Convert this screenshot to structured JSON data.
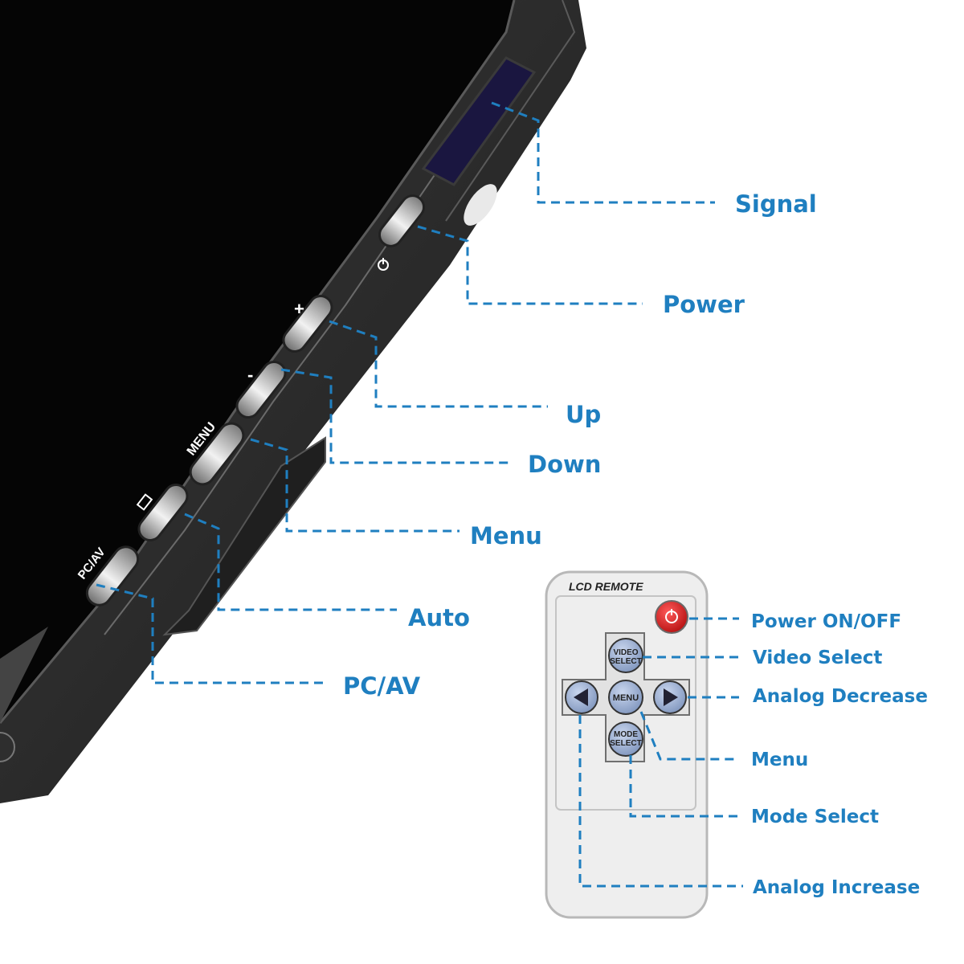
{
  "monitor": {
    "labels": {
      "signal": "Signal",
      "power": "Power",
      "up": "Up",
      "down": "Down",
      "menu": "Menu",
      "auto": "Auto",
      "pcav": "PC/AV"
    },
    "button_marks": {
      "plus": "+",
      "minus": "-",
      "menu": "MENU",
      "pcav": "PC/AV"
    }
  },
  "remote": {
    "title": "LCD REMOTE",
    "buttons": {
      "video_select_line1": "VIDEO",
      "video_select_line2": "SELECT",
      "menu": "MENU",
      "mode_select_line1": "MODE",
      "mode_select_line2": "SELECT"
    },
    "labels": {
      "power_onoff": "Power ON/OFF",
      "video_select": "Video Select",
      "analog_decrease": "Analog Decrease",
      "menu": "Menu",
      "mode_select": "Mode Select",
      "analog_increase": "Analog Increase"
    }
  },
  "colors": {
    "accent": "#1f7fc0",
    "bezel": "#2a2a2a",
    "screen": "#050505",
    "power_button": "#d81e1e",
    "remote_body": "#eeeeee",
    "remote_key": "#9fb4d6"
  },
  "icons": [
    "power-icon",
    "auto-icon",
    "left-arrow-icon",
    "right-arrow-icon"
  ]
}
